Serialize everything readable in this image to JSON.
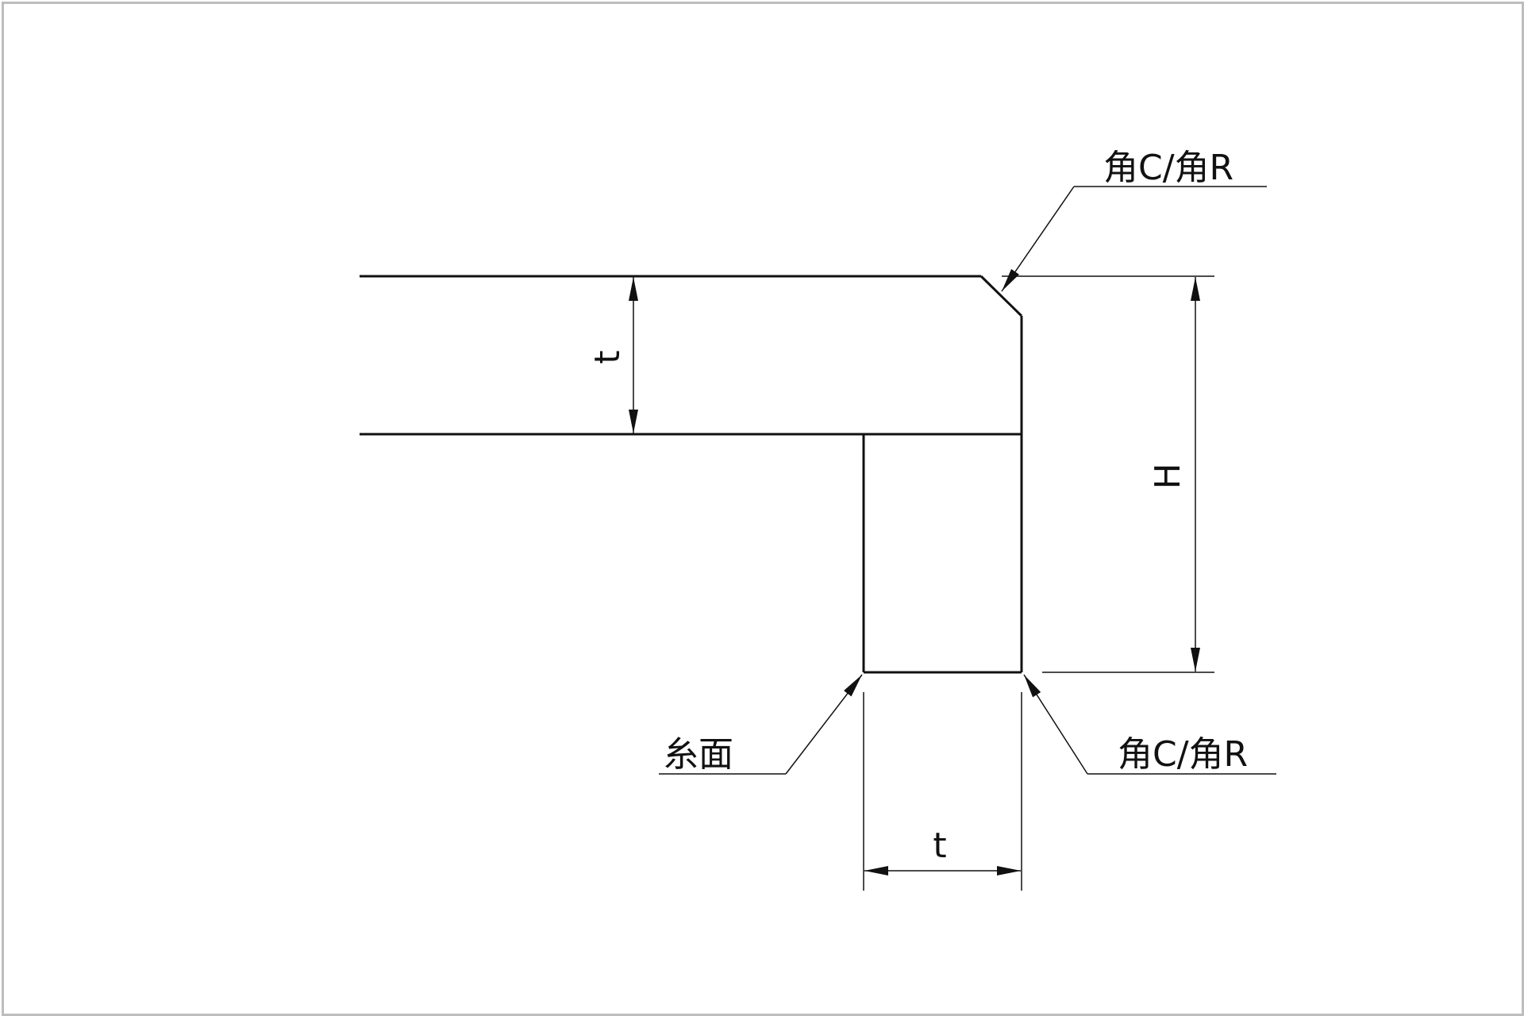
{
  "labels": {
    "corner_top": "角C/角R",
    "corner_bottom": "角C/角R",
    "thread_face": "糸面",
    "thickness_vertical": "t",
    "thickness_horizontal": "t",
    "height": "H"
  },
  "colors": {
    "line": "#111111",
    "frame": "#bdbdbd",
    "background": "#ffffff"
  }
}
